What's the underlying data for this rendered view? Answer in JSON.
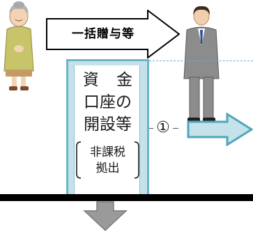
{
  "diagram": {
    "gift_arrow_label": "一括贈与等",
    "account_box": {
      "line1": "資 金",
      "line2": "口座の",
      "line3": "開設等",
      "paren_line1": "非課税",
      "paren_line2": "拠出"
    },
    "step_marker": "①"
  }
}
